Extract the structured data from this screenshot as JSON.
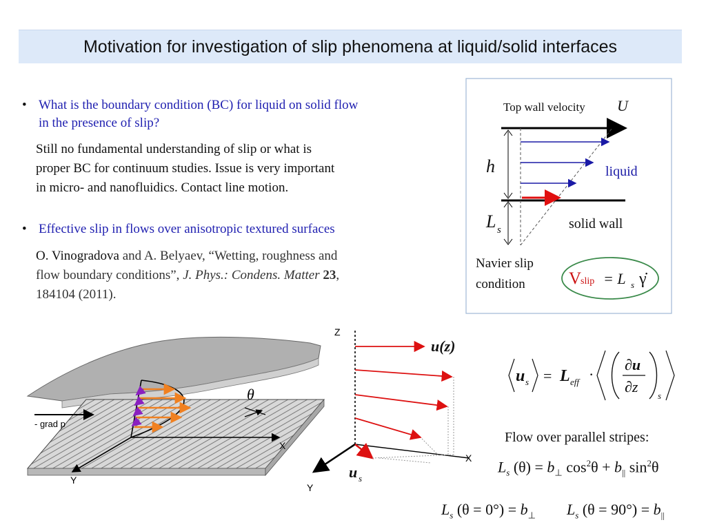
{
  "slide": {
    "title": "Motivation for investigation of slip phenomena at liquid/solid interfaces",
    "bullet1": {
      "marker": "•",
      "line1": "What is the boundary condition (BC) for liquid on solid flow",
      "line2": "in the presence of slip?"
    },
    "para1": {
      "line1": "Still no fundamental understanding of slip or what is",
      "line2": "proper BC for continuum studies. Issue is very important",
      "line3": "in micro- and nanofluidics. Contact line motion."
    },
    "bullet2": {
      "marker": "•",
      "text": "Effective slip in flows over anisotropic textured surfaces"
    },
    "reference": {
      "authors": "O. Vinogradova",
      "and": " and A. Belyaev, “Wetting, roughness and",
      "line2_pre": "flow boundary conditions”, ",
      "journal": "J. Phys.: Condens. Matter",
      "volume": "23",
      "line2_post": ",",
      "line3": "184104 (2011)."
    }
  },
  "diagram_navier": {
    "top_label": "Top wall velocity",
    "top_symbol": "U",
    "h_label": "h",
    "liquid_label": "liquid",
    "ls_label": "L",
    "ls_sub": "s",
    "solid_label": "solid wall",
    "navier_line1": "Navier slip",
    "navier_line2": "condition",
    "eq_v": "V",
    "eq_sub": "slip",
    "eq_rhs": "= L",
    "eq_rhs_sub": "s",
    "eq_gamma": "γ̇"
  },
  "diagram_stripes": {
    "grad_label": "- grad p",
    "theta": "θ",
    "x_label": "X",
    "y_label": "Y"
  },
  "diagram_profile": {
    "z_label": "Z",
    "uz_label": "u(z)",
    "us_label": "u",
    "us_sub": "s",
    "x_label": "X",
    "y_label": "Y"
  },
  "equations": {
    "avg_eq": {
      "lhs": "u",
      "lhs_sub": "s",
      "equals": "=",
      "leff": "L",
      "leff_sub": "eff",
      "dot": "·",
      "num": "∂u",
      "den": "∂z",
      "outer_sub": "s"
    },
    "stripes_title": "Flow over parallel stripes:",
    "ls_theta": {
      "lhs": "L",
      "lhs_sub": "s",
      "arg": "(θ) =",
      "b1": "b",
      "b1_sub": "⊥",
      "cos": "cos",
      "pow": "2",
      "theta1": "θ +",
      "b2": "b",
      "b2_sub": "||",
      "sin": "sin",
      "pow2": "2",
      "theta2": "θ"
    },
    "ls_zero": {
      "lhs": "L",
      "lhs_sub": "s",
      "arg": "(θ = 0°) =",
      "b": "b",
      "b_sub": "⊥"
    },
    "ls_ninety": {
      "lhs": "L",
      "lhs_sub": "s",
      "arg": "(θ = 90°) =",
      "b": "b",
      "b_sub": "||"
    }
  }
}
